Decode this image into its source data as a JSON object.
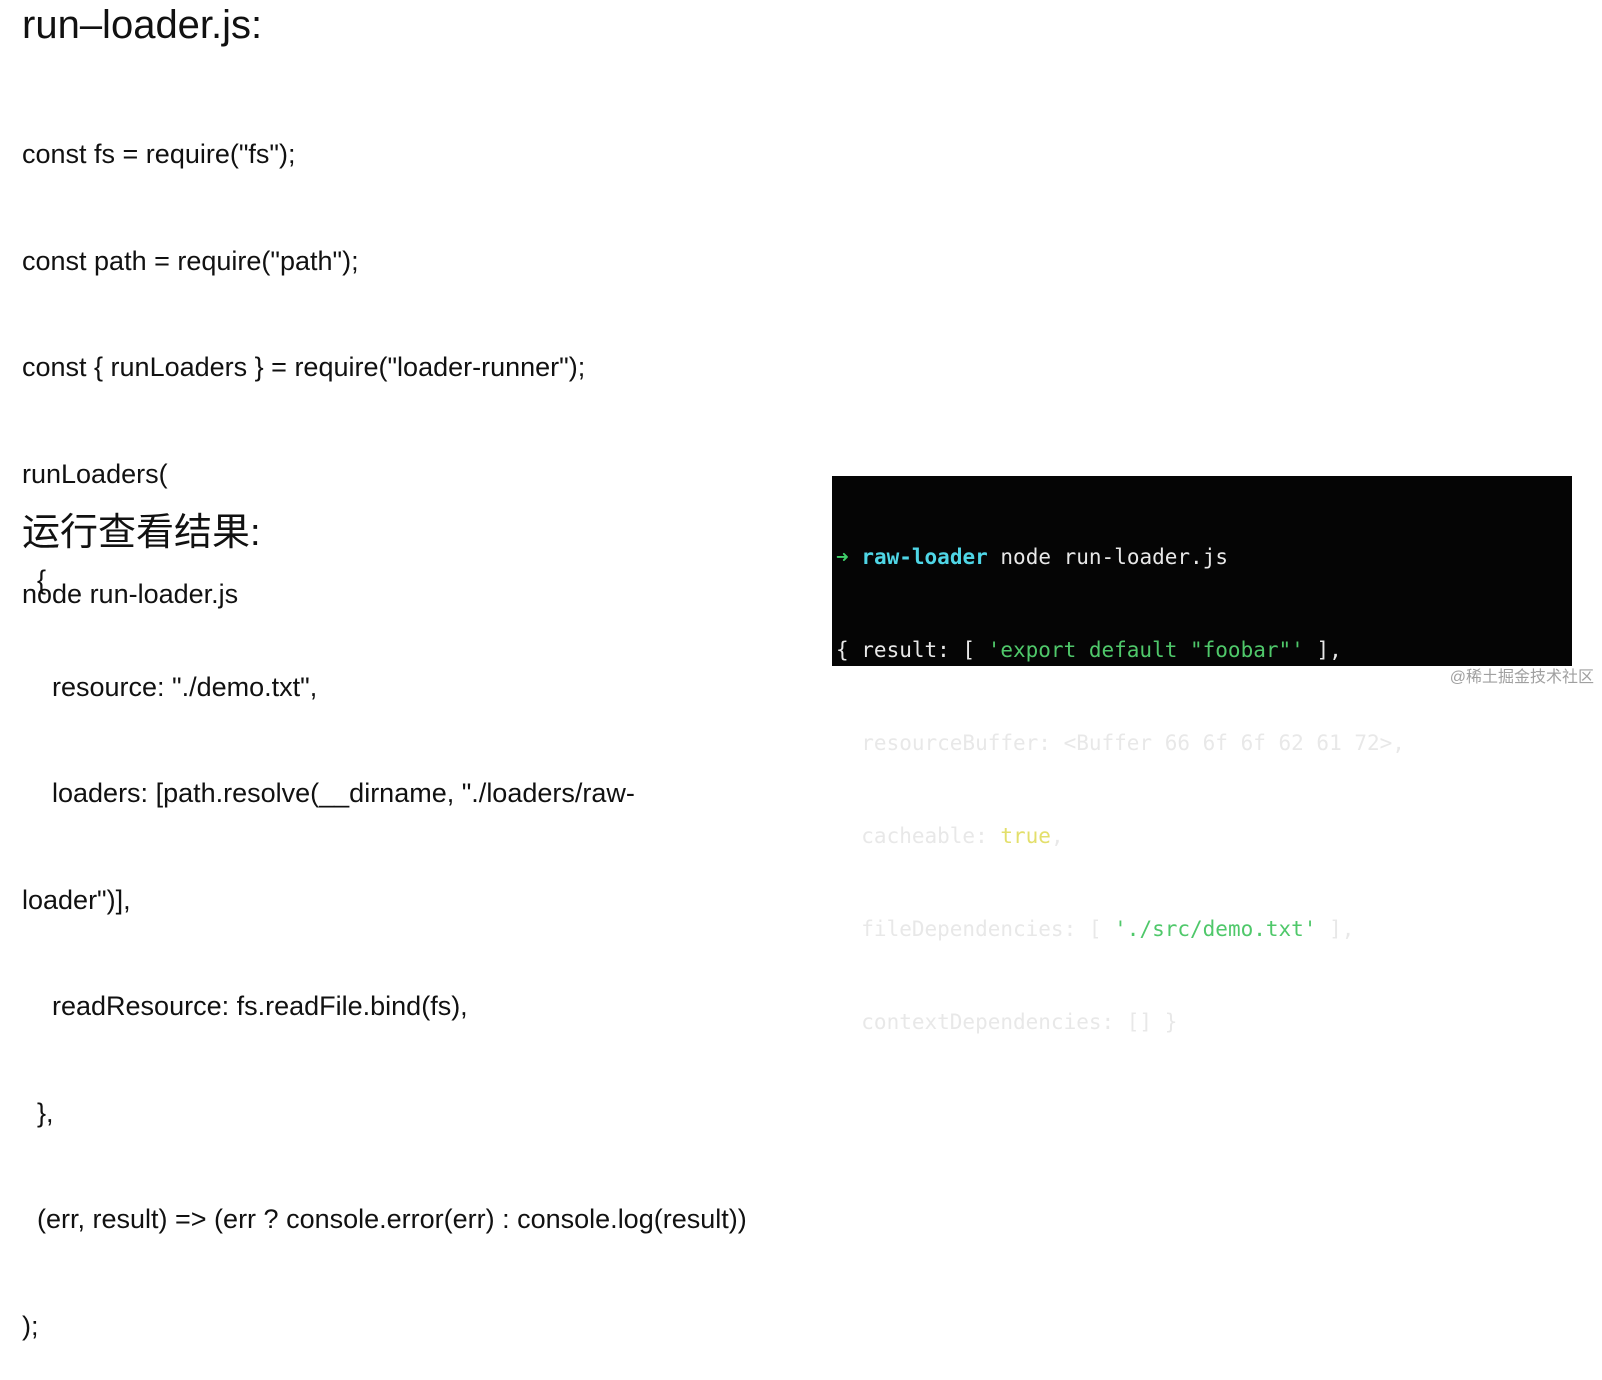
{
  "page": {
    "title": "run–loader.js:",
    "code_lines": [
      "const fs = require(\"fs\");",
      "const path = require(\"path\");",
      "const { runLoaders } = require(\"loader-runner\");",
      "runLoaders(",
      "  {",
      "    resource: \"./demo.txt\",",
      "    loaders: [path.resolve(__dirname, \"./loaders/raw-",
      "loader\")],",
      "    readResource: fs.readFile.bind(fs),",
      "  },",
      "  (err, result) => (err ? console.error(err) : console.log(result))",
      ");"
    ],
    "result_heading": "运行查看结果:",
    "command": "node run-loader.js"
  },
  "terminal": {
    "prompt_arrow": "➜",
    "prompt_dir": "raw-loader",
    "prompt_cmd": "node run-loader.js",
    "line1_prefix": "{ result: [ ",
    "line1_string": "'export default \"foobar\"'",
    "line1_suffix": " ],",
    "line2": "  resourceBuffer: <Buffer 66 6f 6f 62 61 72>,",
    "line3_prefix": "  cacheable: ",
    "line3_value": "true",
    "line3_suffix": ",",
    "line4_prefix": "  fileDependencies: [ ",
    "line4_string": "'./src/demo.txt'",
    "line4_suffix": " ],",
    "line5": "  contextDependencies: [] }"
  },
  "watermark": "@稀土掘金技术社区",
  "colors": {
    "terminal_background": "#050505",
    "arrow": "#3fd06a",
    "directory": "#4fd6e6",
    "string": "#4fc86a",
    "boolean": "#e3df6b"
  }
}
